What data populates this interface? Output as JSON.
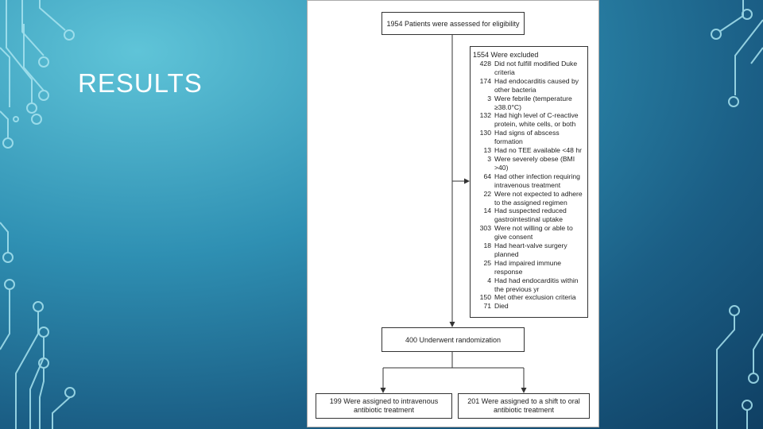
{
  "slide": {
    "title": "RESULTS"
  },
  "flowchart": {
    "assessed": "1954 Patients were assessed for eligibility",
    "excluded": {
      "header": "1554 Were excluded",
      "items": [
        {
          "count": "428",
          "text": "Did not fulfill modified Duke criteria"
        },
        {
          "count": "174",
          "text": "Had endocarditis caused by other bacteria"
        },
        {
          "count": "3",
          "text": "Were febrile (temperature ≥38.0°C)"
        },
        {
          "count": "132",
          "text": "Had high level of C-reactive protein, white cells, or both"
        },
        {
          "count": "130",
          "text": "Had signs of abscess formation"
        },
        {
          "count": "13",
          "text": "Had no TEE available <48 hr"
        },
        {
          "count": "3",
          "text": "Were severely obese (BMI >40)"
        },
        {
          "count": "64",
          "text": "Had other infection requiring intravenous treatment"
        },
        {
          "count": "22",
          "text": "Were not expected to adhere to the assigned regimen"
        },
        {
          "count": "14",
          "text": "Had suspected reduced gastrointestinal uptake"
        },
        {
          "count": "303",
          "text": "Were not willing or able to give consent"
        },
        {
          "count": "18",
          "text": "Had heart-valve surgery planned"
        },
        {
          "count": "25",
          "text": "Had impaired immune response"
        },
        {
          "count": "4",
          "text": "Had had endocarditis within the previous yr"
        },
        {
          "count": "150",
          "text": "Met other exclusion criteria"
        },
        {
          "count": "71",
          "text": "Died"
        }
      ]
    },
    "randomized": "400 Underwent randomization",
    "iv_arm": "199 Were assigned to intravenous antibiotic treatment",
    "oral_arm": "201 Were assigned to a shift to oral antibiotic treatment"
  },
  "colors": {
    "background_light": "#5fc4d8",
    "background_dark": "#0f3f63",
    "circuit_lines": "#a8e4f0"
  }
}
